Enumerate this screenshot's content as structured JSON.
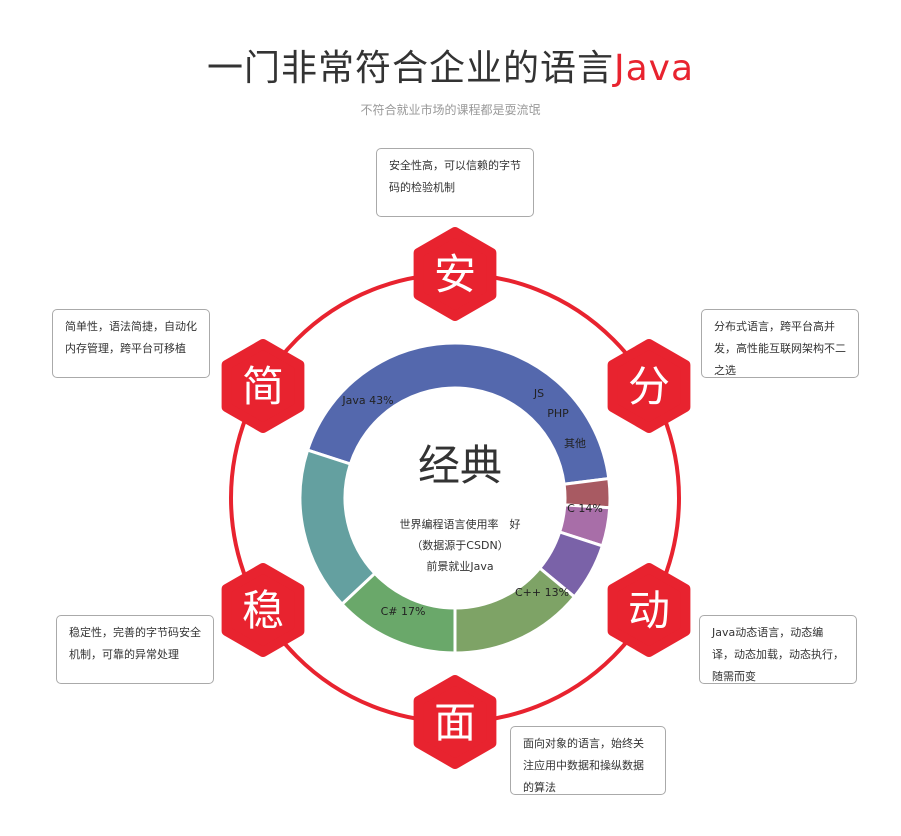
{
  "header": {
    "title_main": "一门非常符合企业的语言",
    "title_accent": "Java",
    "subtitle": "不符合就业市场的课程都是耍流氓"
  },
  "colors": {
    "accent": "#e8232f",
    "ring": "#e8232f",
    "hexagon": "#e8232f"
  },
  "center": {
    "big_text": "经典",
    "line1": "世界编程语言使用率　好",
    "line2": "（数据源于CSDN）",
    "line3": "前景就业Java"
  },
  "features": [
    {
      "char": "安",
      "desc": "安全性高，可以信赖的字节码的检验机制"
    },
    {
      "char": "分",
      "desc": "分布式语言，跨平台高并发，高性能互联网架构不二之选"
    },
    {
      "char": "动",
      "desc": "Java动态语言，动态编译，动态加载，动态执行，随需而变"
    },
    {
      "char": "面",
      "desc": "面向对象的语言，始终关注应用中数据和操纵数据的算法"
    },
    {
      "char": "稳",
      "desc": "稳定性，完善的字节码安全机制，可靠的异常处理"
    },
    {
      "char": "简",
      "desc": "简单性，语法简捷，自动化内存管理，跨平台可移植"
    }
  ],
  "chart_data": {
    "type": "pie",
    "slices": [
      {
        "label": "Java 43%",
        "value": 43,
        "color": "#5468ad"
      },
      {
        "label": "JS",
        "value": 3,
        "color": "#a85a62"
      },
      {
        "label": "PHP",
        "value": 4,
        "color": "#a86ea8"
      },
      {
        "label": "其他",
        "value": 6,
        "color": "#7a62a8"
      },
      {
        "label": "C 14%",
        "value": 14,
        "color": "#7ea366"
      },
      {
        "label": "C++ 13%",
        "value": 13,
        "color": "#6aa86a"
      },
      {
        "label": "C# 17%",
        "value": 17,
        "color": "#64a0a0"
      }
    ]
  }
}
